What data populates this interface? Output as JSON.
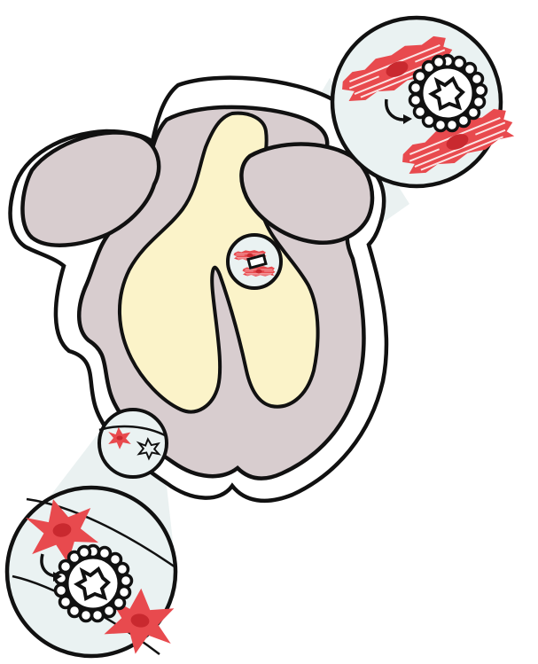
{
  "colors": {
    "outline": "#111111",
    "heart_tissue": "#d8cdcf",
    "cavity": "#fbf3c9",
    "cell_red": "#e84a4e",
    "nucleus_red": "#c9292f",
    "zoom_bg": "#eaf2f2",
    "zoom_cone": "#e6efee"
  },
  "diagram": {
    "subject": "heart-cross-section",
    "insets": [
      {
        "name": "atrial-cardiomyocyte-inset",
        "cell_shape": "rod",
        "transition": "cardiomyocyte-to-ring-cell"
      },
      {
        "name": "epicardial-cell-inset",
        "cell_shape": "stellate",
        "transition": "stellate-cell-to-ring-cell"
      }
    ]
  }
}
